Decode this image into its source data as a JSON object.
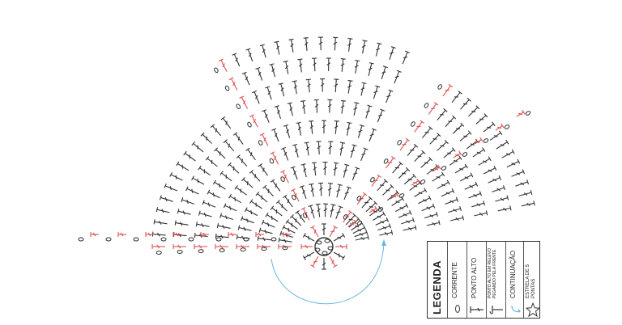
{
  "legend": {
    "title": "LEGENDA",
    "items": [
      {
        "label": "CORRENTE",
        "icon": "chain-oval-icon"
      },
      {
        "label": "PONTO ALTO",
        "icon": "double-crochet-icon"
      },
      {
        "label": "PONTO ALTO EM RELEVO PEGANDO PELA FRENTE",
        "icon": "front-post-dc-icon"
      },
      {
        "label": "CONTINUAÇÃO",
        "icon": "continuation-arrow-icon"
      },
      {
        "label": "ESTRELA DE 5 PONTAS",
        "icon": "star-icon"
      }
    ]
  },
  "colors": {
    "stitch": "#333333",
    "highlight": "#e05050",
    "arrow": "#6ab8e0",
    "outline": "#333333"
  }
}
